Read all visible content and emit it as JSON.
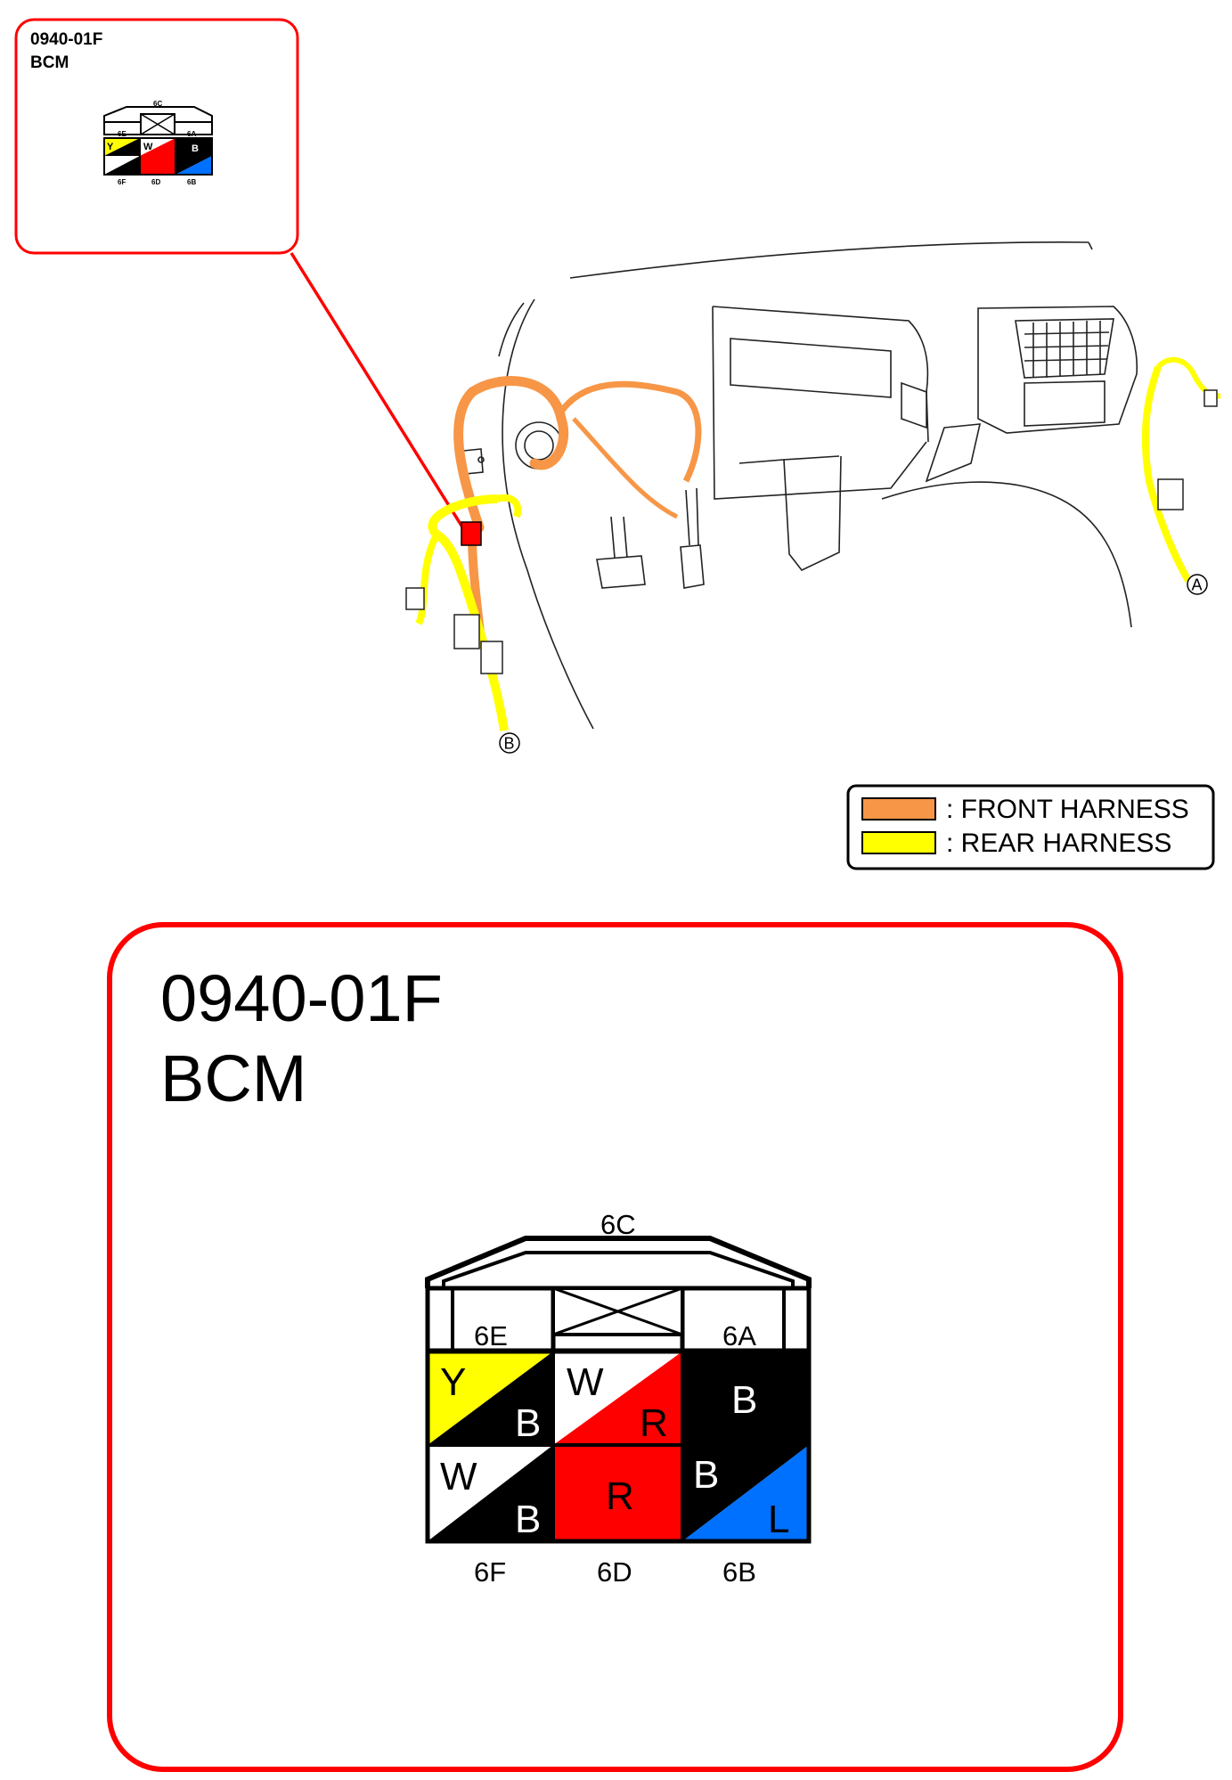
{
  "locator": {
    "code": "0940-01F",
    "name": "BCM"
  },
  "detail": {
    "code": "0940-01F",
    "name": "BCM"
  },
  "connector": {
    "top_label": "6C",
    "pins": {
      "6E": "6E",
      "6A": "6A",
      "6F": "6F",
      "6D": "6D",
      "6B": "6B"
    },
    "cells": {
      "6E": {
        "primary": "Y",
        "secondary": "B",
        "primary_color": "#ffff00",
        "secondary_color": "#000000"
      },
      "6C": {
        "primary": "W",
        "secondary": "R",
        "primary_color": "#ffffff",
        "secondary_color": "#ff0000"
      },
      "6A": {
        "primary": "B",
        "primary_color": "#000000"
      },
      "6F": {
        "primary": "W",
        "secondary": "B",
        "primary_color": "#ffffff",
        "secondary_color": "#000000"
      },
      "6D": {
        "primary": "R",
        "primary_color": "#ff0000"
      },
      "6B": {
        "primary": "B",
        "secondary": "L",
        "primary_color": "#000000",
        "secondary_color": "#0070ff"
      }
    }
  },
  "legend": {
    "front": {
      "label": ": FRONT HARNESS",
      "color": "#f79646"
    },
    "rear": {
      "label": ": REAR HARNESS",
      "color": "#ffff00"
    }
  },
  "markers": {
    "a": "A",
    "b": "B"
  },
  "colors": {
    "highlight": "#ff0000",
    "outline": "#000000"
  }
}
